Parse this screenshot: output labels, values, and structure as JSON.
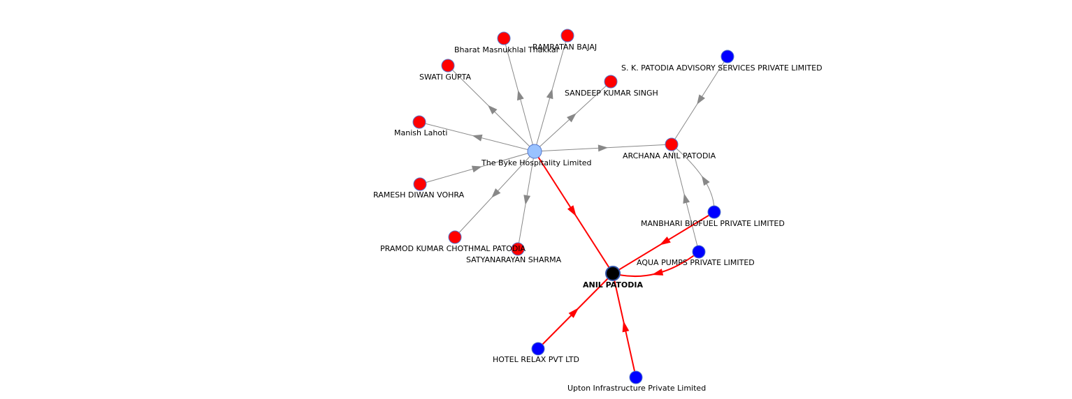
{
  "colors": {
    "person": "#ff0000",
    "company": "#0000ff",
    "focus_company": "#99c2ff",
    "focus_person": "#000000",
    "node_stroke": "#5577cc",
    "edge_default": "#888888",
    "edge_focus": "#ff0000",
    "label": "#000000"
  },
  "nodes": [
    {
      "id": "byke",
      "label": "The Byke Hospitality Limited",
      "kind": "focus_company"
    },
    {
      "id": "anil",
      "label": "ANIL PATODIA",
      "kind": "focus_person",
      "bold": true
    },
    {
      "id": "archana",
      "label": "ARCHANA ANIL PATODIA",
      "kind": "person"
    },
    {
      "id": "bharat",
      "label": "Bharat Masnukhlal Thakkar",
      "kind": "person"
    },
    {
      "id": "ramratan",
      "label": "RAMRATAN BAJAJ",
      "kind": "person"
    },
    {
      "id": "swati",
      "label": "SWATI GUPTA",
      "kind": "person"
    },
    {
      "id": "sandeep",
      "label": "SANDEEP KUMAR SINGH",
      "kind": "person"
    },
    {
      "id": "manish",
      "label": "Manish Lahoti",
      "kind": "person"
    },
    {
      "id": "ramesh",
      "label": "RAMESH DIWAN VOHRA",
      "kind": "person"
    },
    {
      "id": "pramod",
      "label": "PRAMOD KUMAR CHOTHMAL PATODIA",
      "kind": "person"
    },
    {
      "id": "satyanarayan",
      "label": "SATYANARAYAN  SHARMA",
      "kind": "person"
    },
    {
      "id": "skpatodia",
      "label": "S. K. PATODIA ADVISORY SERVICES PRIVATE LIMITED",
      "kind": "company"
    },
    {
      "id": "manbhari",
      "label": "MANBHARI BIOFUEL PRIVATE LIMITED",
      "kind": "company"
    },
    {
      "id": "aqua",
      "label": "AQUA PUMPS PRIVATE LIMITED",
      "kind": "company"
    },
    {
      "id": "hotel",
      "label": "HOTEL RELAX PVT LTD",
      "kind": "company"
    },
    {
      "id": "upton",
      "label": "Upton Infrastructure Private Limited",
      "kind": "company"
    }
  ],
  "edges": [
    {
      "from": "byke",
      "to": "bharat",
      "style": "default"
    },
    {
      "from": "byke",
      "to": "ramratan",
      "style": "default"
    },
    {
      "from": "byke",
      "to": "swati",
      "style": "default"
    },
    {
      "from": "byke",
      "to": "sandeep",
      "style": "default"
    },
    {
      "from": "byke",
      "to": "manish",
      "style": "default"
    },
    {
      "from": "ramesh",
      "to": "byke",
      "style": "default"
    },
    {
      "from": "byke",
      "to": "pramod",
      "style": "default"
    },
    {
      "from": "byke",
      "to": "satyanarayan",
      "style": "default"
    },
    {
      "from": "byke",
      "to": "archana",
      "style": "default"
    },
    {
      "from": "skpatodia",
      "to": "archana",
      "style": "default"
    },
    {
      "from": "manbhari",
      "to": "archana",
      "style": "default",
      "curved": true
    },
    {
      "from": "aqua",
      "to": "archana",
      "style": "default"
    },
    {
      "from": "byke",
      "to": "anil",
      "style": "focus"
    },
    {
      "from": "manbhari",
      "to": "anil",
      "style": "focus"
    },
    {
      "from": "aqua",
      "to": "anil",
      "style": "focus",
      "curved": true
    },
    {
      "from": "hotel",
      "to": "anil",
      "style": "focus"
    },
    {
      "from": "upton",
      "to": "anil",
      "style": "focus"
    }
  ]
}
